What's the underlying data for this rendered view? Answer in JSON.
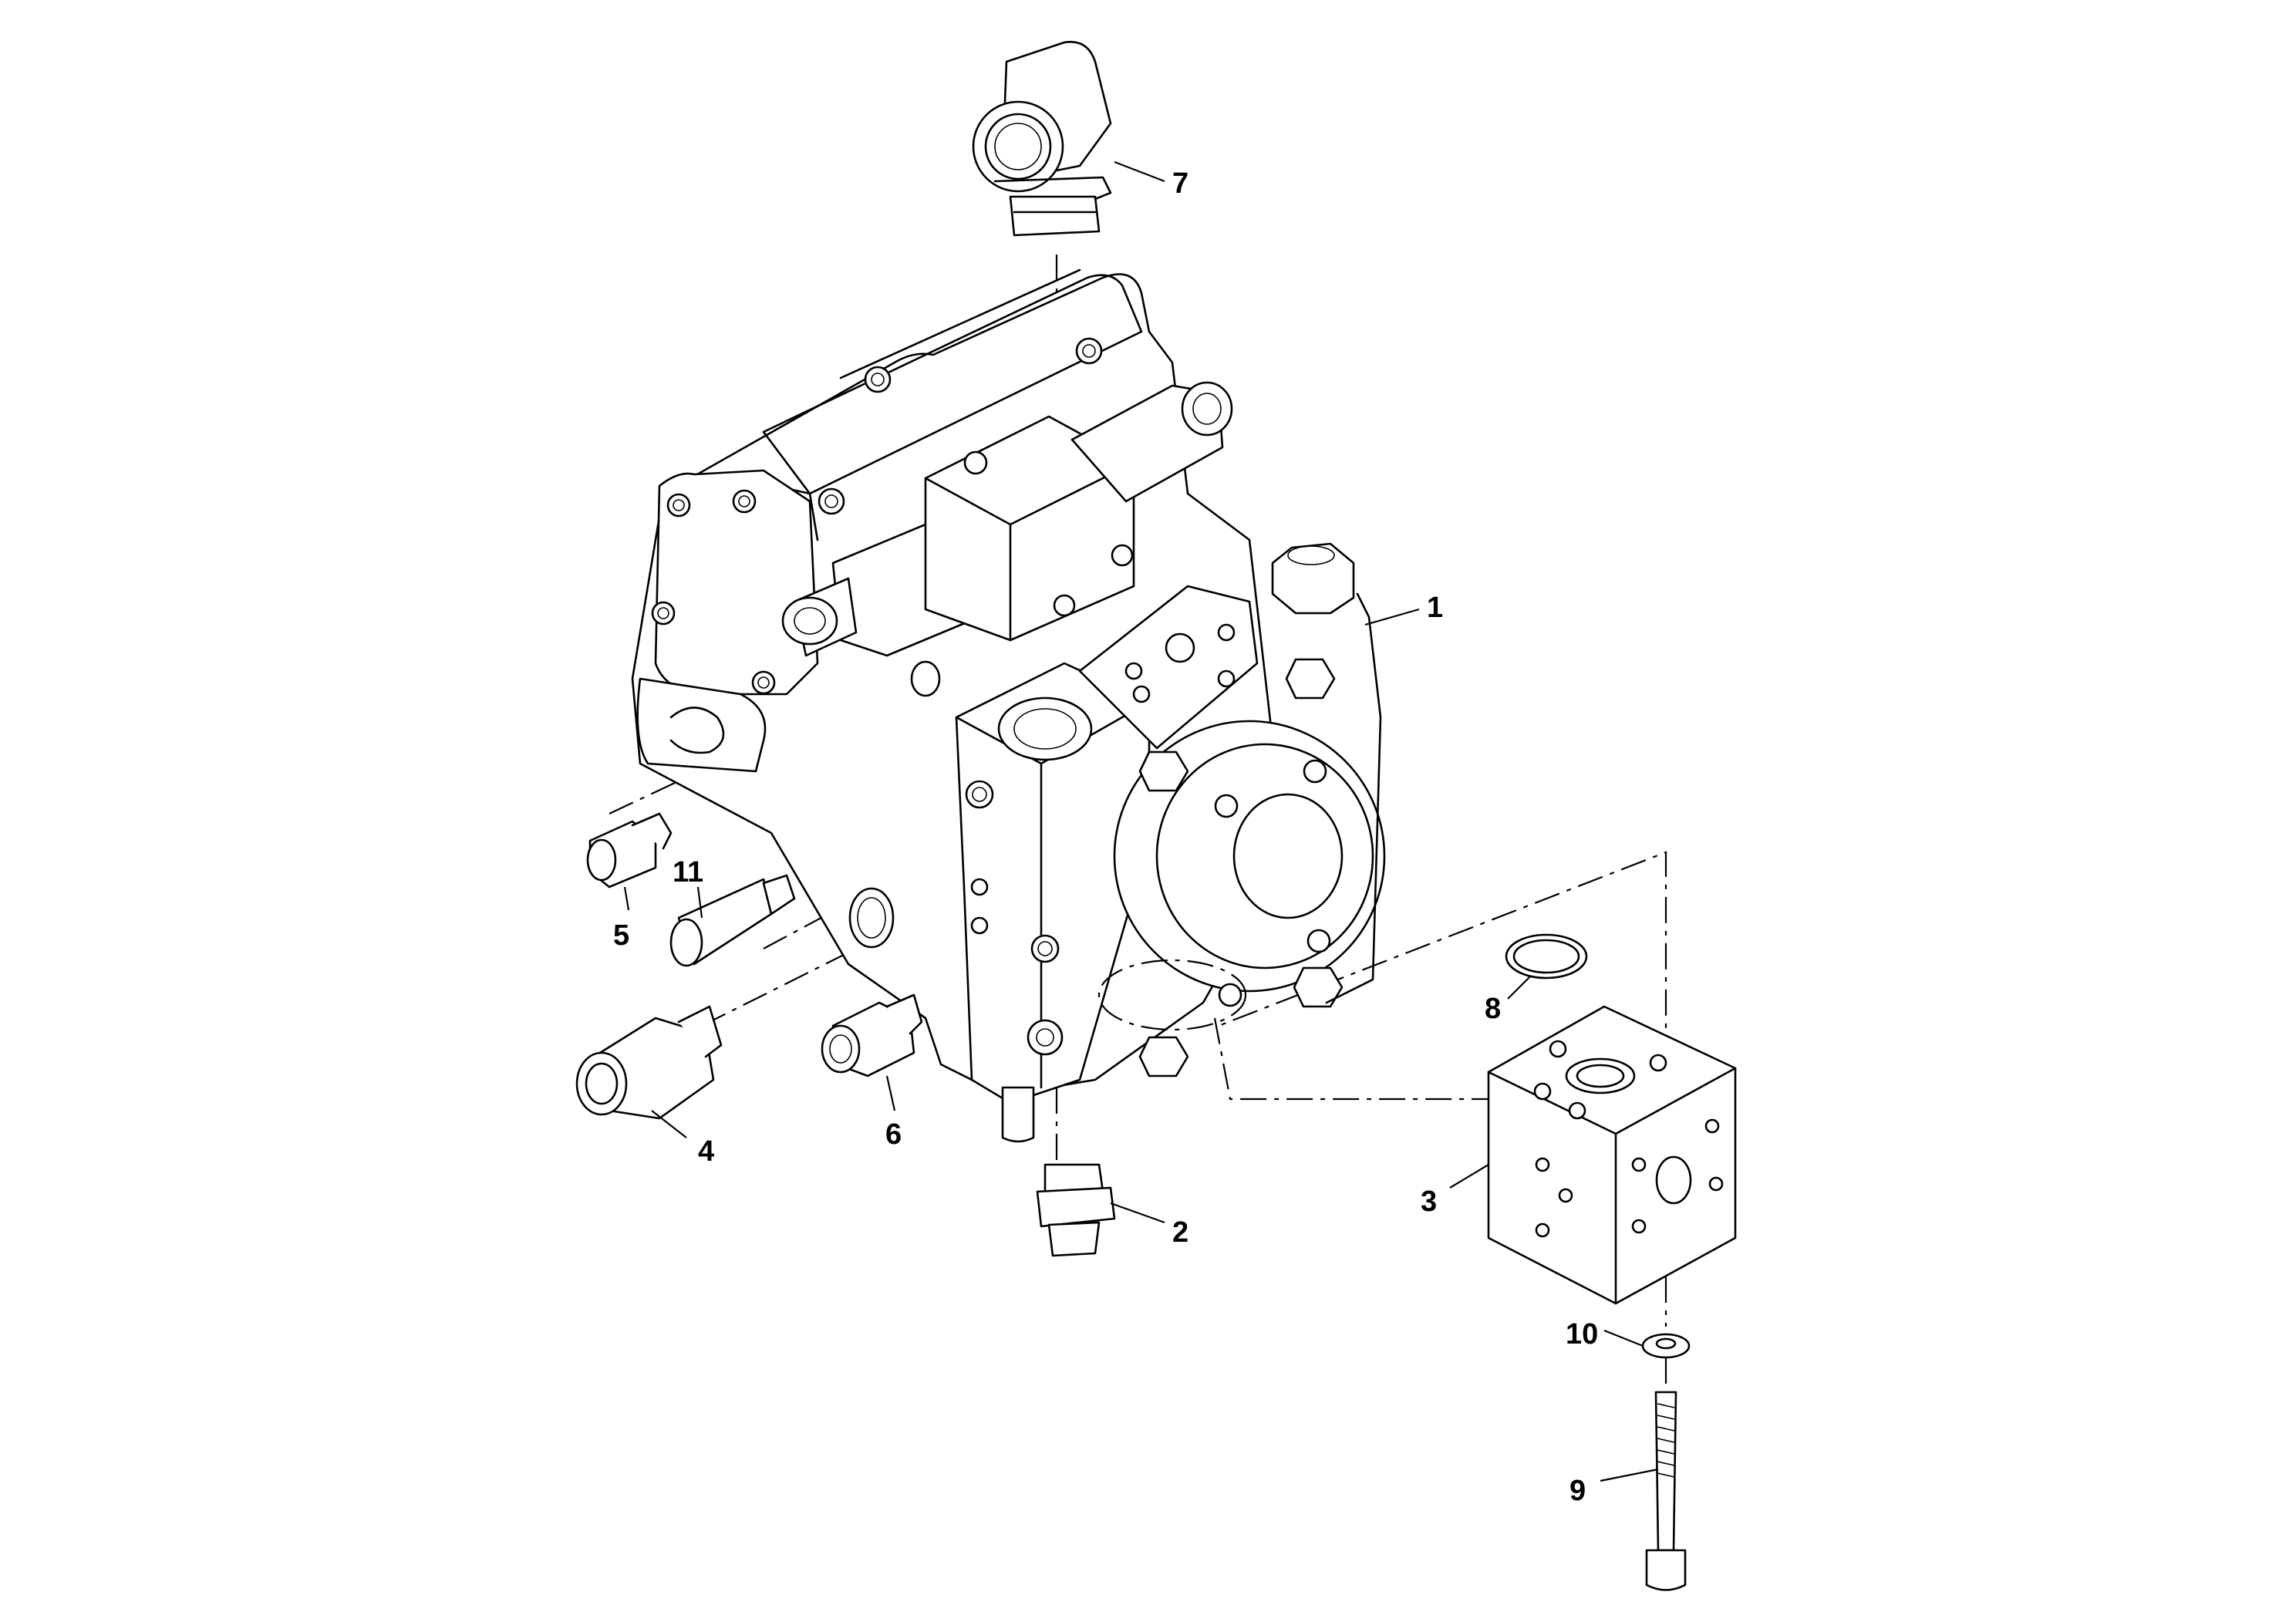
{
  "callouts": [
    {
      "id": "1",
      "label": "1",
      "part": "hydraulic-pump"
    },
    {
      "id": "2",
      "label": "2",
      "part": "adapter-fitting"
    },
    {
      "id": "3",
      "label": "3",
      "part": "valve-block"
    },
    {
      "id": "4",
      "label": "4",
      "part": "large-adapter-fitting"
    },
    {
      "id": "5",
      "label": "5",
      "part": "adapter-fitting-small"
    },
    {
      "id": "6",
      "label": "6",
      "part": "adapter-fitting-medium"
    },
    {
      "id": "7",
      "label": "7",
      "part": "elbow-fitting"
    },
    {
      "id": "8",
      "label": "8",
      "part": "o-ring"
    },
    {
      "id": "9",
      "label": "9",
      "part": "socket-head-bolt"
    },
    {
      "id": "10",
      "label": "10",
      "part": "washer"
    },
    {
      "id": "11",
      "label": "11",
      "part": "plug"
    }
  ]
}
